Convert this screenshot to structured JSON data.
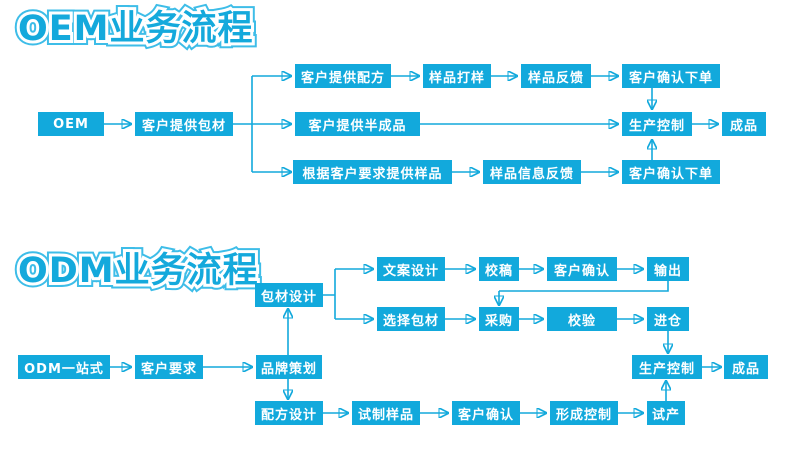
{
  "accent_color": "#12a9dc",
  "title_color": "#14a9dc",
  "oem": {
    "title": "OEM业务流程",
    "nodes": {
      "start": "OEM",
      "baocai": "客户提供包材",
      "peifang": "客户提供配方",
      "dayang": "样品打样",
      "fankui": "样品反馈",
      "queren_top": "客户确认下单",
      "banchengpin": "客户提供半成品",
      "shengchan": "生产控制",
      "chengpin": "成品",
      "genju": "根据客户要求提供样品",
      "xinxi": "样品信息反馈",
      "queren_bottom": "客户确认下单"
    }
  },
  "odm": {
    "title": "ODM业务流程",
    "nodes": {
      "start": "ODM一站式",
      "yaoqiu": "客户要求",
      "pinpai": "品牌策划",
      "baocai_sheji": "包材设计",
      "wenan": "文案设计",
      "jiaogao": "校稿",
      "queren1": "客户确认",
      "shuchu": "输出",
      "xuanze": "选择包材",
      "caigou": "采购",
      "jiaoyan": "校验",
      "jincang": "进仓",
      "shengchan": "生产控制",
      "chengpin": "成品",
      "peifang_sheji": "配方设计",
      "shizhi": "试制样品",
      "queren2": "客户确认",
      "xingcheng": "形成控制",
      "shichan": "试产"
    }
  }
}
